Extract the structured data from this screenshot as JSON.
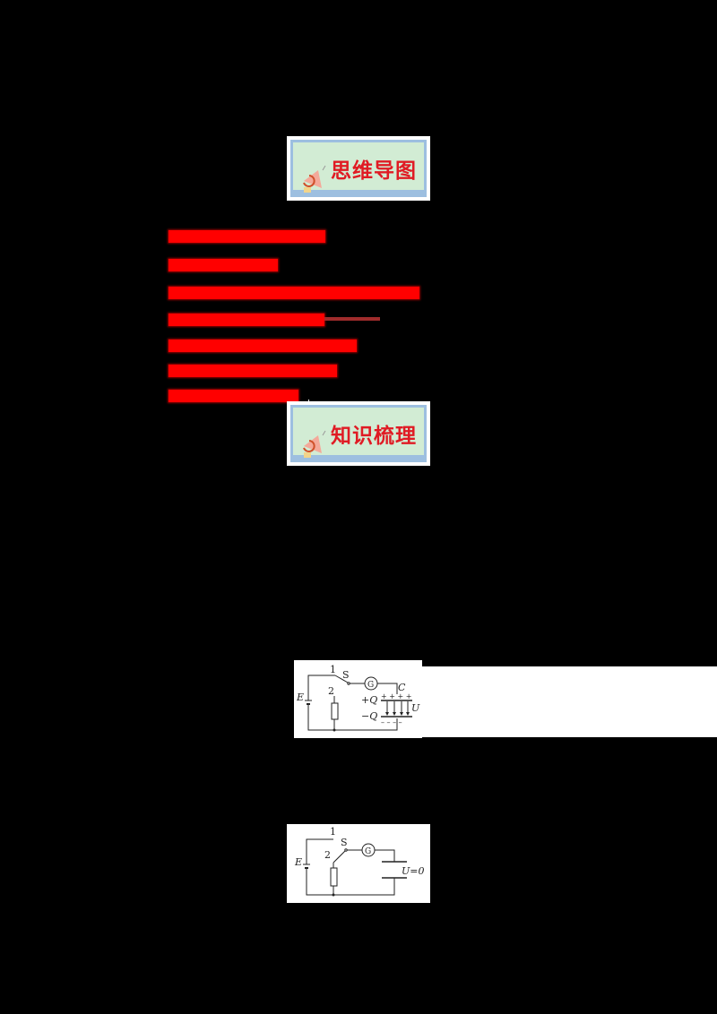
{
  "banners": {
    "mind_map": {
      "title": "思维导图",
      "icon": "megaphone-mascot-icon"
    },
    "knowledge": {
      "title": "知识梳理",
      "icon": "megaphone-mascot-icon"
    }
  },
  "red_text_lines": [
    {
      "text": "（文字模糊不可辨）",
      "note": "illegible"
    },
    {
      "text": "（文字模糊不可辨）",
      "note": "illegible"
    },
    {
      "text": "（文字模糊不可辨）",
      "note": "illegible"
    },
    {
      "text": "（文字模糊不可辨）",
      "note": "illegible"
    },
    {
      "text": "（文字模糊不可辨）",
      "note": "illegible"
    },
    {
      "text": "（文字模糊不可辨）",
      "note": "illegible"
    },
    {
      "text": "（文字模糊不可辨）",
      "note": "illegible"
    }
  ],
  "figure1": {
    "description": "capacitor charging circuit",
    "labels": {
      "emf": "E",
      "switch": "S",
      "pos1": "1",
      "pos2": "2",
      "galvanometer": "G",
      "capacitor": "C",
      "plus_charge": "+Q",
      "minus_charge": "−Q",
      "voltage": "U",
      "plus_signs": "+ +  + +",
      "minus_signs": "– –  – –"
    }
  },
  "figure2": {
    "description": "capacitor discharging circuit",
    "labels": {
      "emf": "E",
      "switch": "S",
      "pos1": "1",
      "pos2": "2",
      "galvanometer": "G",
      "voltage": "U=0"
    }
  },
  "colors": {
    "background": "#000000",
    "banner_title": "#e01b24",
    "banner_bg": "#d2ecd4",
    "banner_border": "#9dbfe0",
    "red_text": "#ff0000",
    "dark_bar": "#a02c2c"
  }
}
